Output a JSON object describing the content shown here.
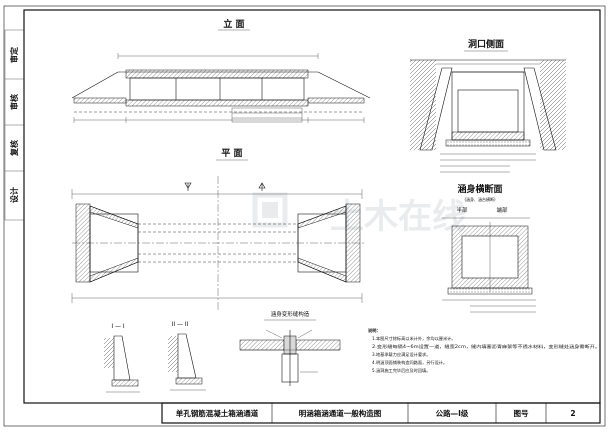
{
  "side_labels": [
    "审定",
    "审核",
    "复核",
    "设计"
  ],
  "views": {
    "elevation": "立 面",
    "portal": "洞口侧面",
    "plan": "平 面",
    "section_body": "涵身横断面",
    "section_body_sub": "(涵身、涵台横断)",
    "half_mid": "半部",
    "half_end": "端部",
    "sec1": "I — I",
    "sec2": "II — II",
    "joint": "涵身变形缝构造"
  },
  "notes": [
    "说明：",
    "1.本图尺寸除标高以米计外，余均以厘米计。",
    "2.变形缝每隔4~6m设置一道，缝宽2cm，缝内填塞沥青麻絮等不透水材料，变形缝处涵身需断开。",
    "3.地基承载力应满足设计要求。",
    "4.明涵顶面铺装构造同路面，另行设计。",
    "5.涵洞施工完毕后应及时回填。"
  ],
  "title_block": {
    "project": "单孔钢筋混凝土箱涵通道",
    "drawing": "明涵箱涵通道一般构造图",
    "grade": "公路—I级",
    "no_label": "图号",
    "no_value": "2"
  },
  "watermark": "土木在线",
  "colors": {
    "ink": "#111111",
    "paper": "#ffffff",
    "watermark": "#cfd3d6"
  }
}
